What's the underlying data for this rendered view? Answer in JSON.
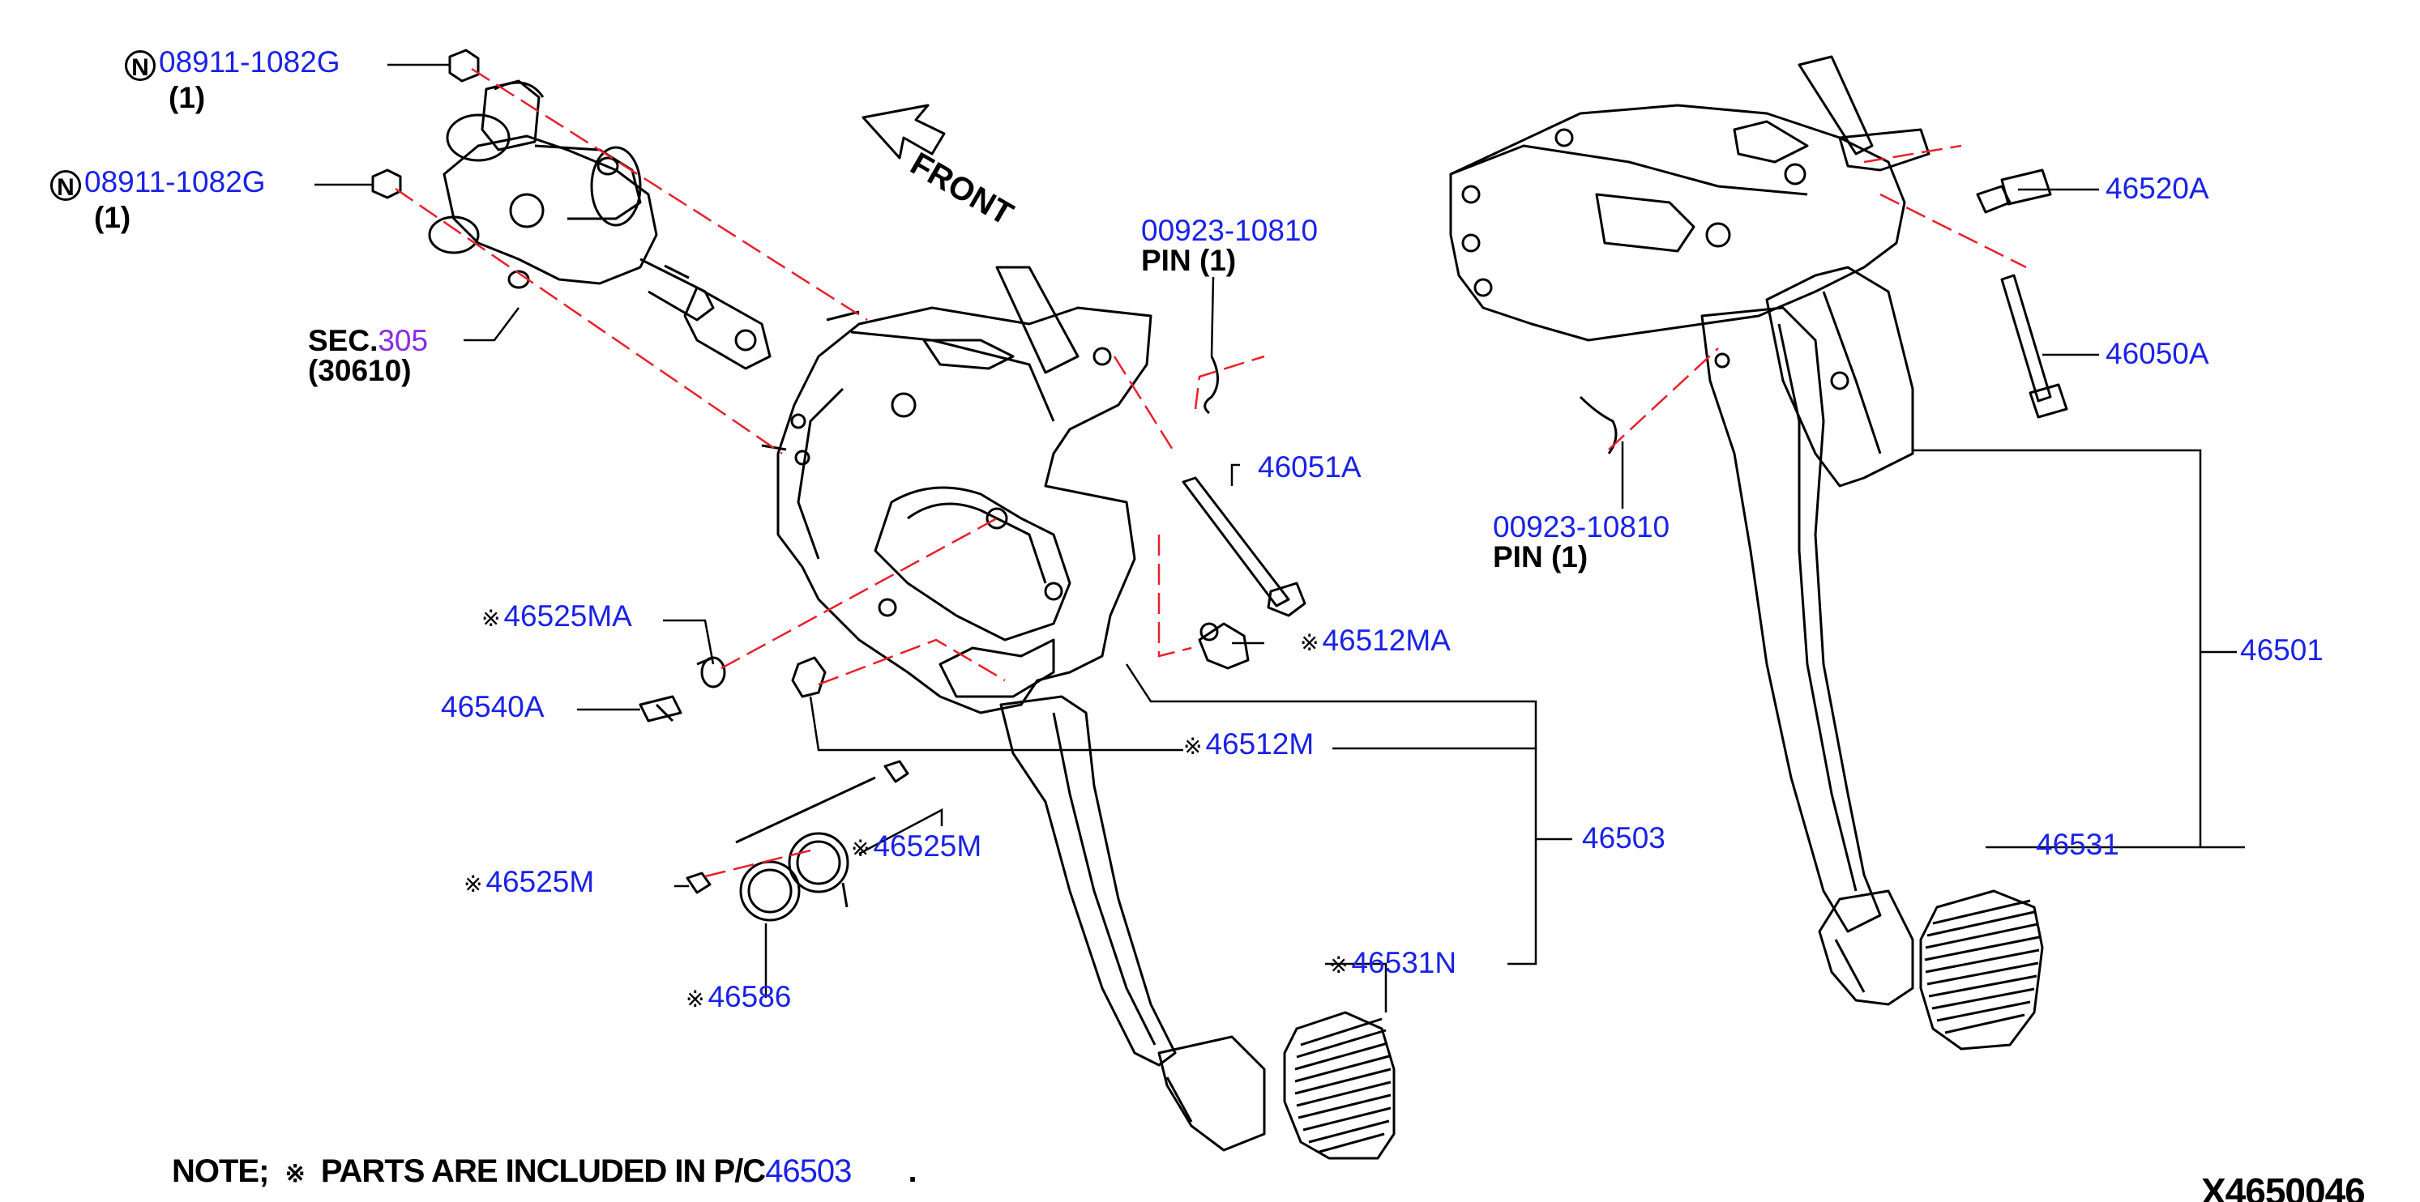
{
  "diagram": {
    "figure_number": "X4650046",
    "front_label": "FRONT",
    "note": {
      "prefix": "NOTE;",
      "mark": "※",
      "text": "PARTS ARE INCLUDED IN P/C",
      "part": "46503",
      "suffix": "."
    },
    "callouts": {
      "nut_upper": {
        "part": "08911-1082G",
        "qty": "(1)",
        "badge": "N"
      },
      "nut_lower": {
        "part": "08911-1082G",
        "qty": "(1)",
        "badge": "N"
      },
      "sec_ref": {
        "prefix": "SEC.",
        "sec": "305",
        "sub": "(30610)"
      },
      "pin_left": {
        "part": "00923-10810",
        "label": "PIN (1)"
      },
      "bolt_46051A": {
        "part": "46051A"
      },
      "bush_46525MA": {
        "part": "46525MA",
        "mark": "※"
      },
      "pin_46540A": {
        "part": "46540A"
      },
      "clip_46512MA": {
        "part": "46512MA",
        "mark": "※"
      },
      "stopper_46512M": {
        "part": "46512M",
        "mark": "※"
      },
      "bush_46525M_right": {
        "part": "46525M",
        "mark": "※"
      },
      "bush_46525M_left": {
        "part": "46525M",
        "mark": "※"
      },
      "spring_46586": {
        "part": "46586",
        "mark": "※"
      },
      "clutch_pedal": {
        "part": "46503"
      },
      "pad_46531N": {
        "part": "46531N",
        "mark": "※"
      },
      "bolt_46520A": {
        "part": "46520A"
      },
      "bolt_46050A": {
        "part": "46050A"
      },
      "pin_right": {
        "part": "00923-10810",
        "label": "PIN (1)"
      },
      "brake_pedal": {
        "part": "46501"
      },
      "pad_46531": {
        "part": "46531"
      }
    },
    "colors": {
      "part_number": "#1a22e6",
      "section_ref": "#8a2be2",
      "dash_line": "#e8202a",
      "line": "#000000"
    }
  }
}
